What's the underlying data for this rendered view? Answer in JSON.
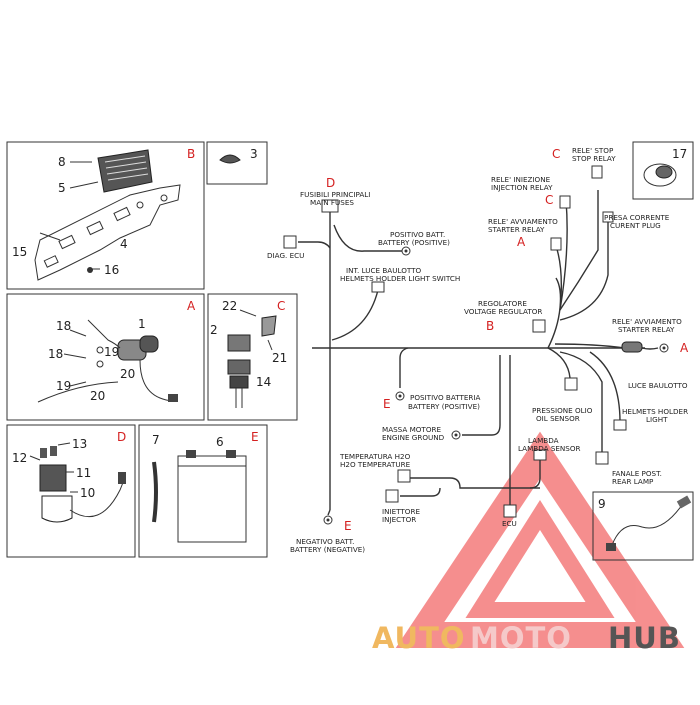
{
  "panels": {
    "B": {
      "code": "B",
      "callouts": [
        "8",
        "5",
        "4",
        "15",
        "16"
      ]
    },
    "p3": {
      "callout": "3"
    },
    "A": {
      "code": "A",
      "callouts": [
        "1",
        "18",
        "18",
        "19",
        "19",
        "20",
        "20"
      ]
    },
    "C": {
      "code": "C",
      "callouts": [
        "22",
        "2",
        "21",
        "14"
      ]
    },
    "D": {
      "code": "D",
      "callouts": [
        "13",
        "12",
        "11",
        "10"
      ]
    },
    "E": {
      "code": "E",
      "callouts": [
        "7",
        "6"
      ]
    },
    "p17": {
      "callout": "17"
    },
    "p9": {
      "callout": "9"
    }
  },
  "labels": {
    "main_fuses": {
      "code": "D",
      "line1": "FUSIBILI PRINCIPALI",
      "line2": "MAIN FUSES"
    },
    "diag_ecu": {
      "line1": "DIAG. ECU"
    },
    "battery_pos_top": {
      "line1": "POSITIVO BATT.",
      "line2": "BATTERY (POSITIVE)"
    },
    "helmet_switch": {
      "line1": "INT. LUCE BAULOTTO",
      "line2": "HELMETS HOLDER LIGHT SWITCH"
    },
    "stop_relay": {
      "code": "C",
      "line1": "RELE' STOP",
      "line2": "STOP RELAY"
    },
    "injection_relay": {
      "code": "C",
      "line1": "RELE' INIEZIONE",
      "line2": "INJECTION RELAY"
    },
    "starter_relay_top": {
      "code": "A",
      "line1": "RELE' AVVIAMENTO",
      "line2": "STARTER RELAY"
    },
    "current_plug": {
      "line1": "PRESA CORRENTE",
      "line2": "CURENT PLUG"
    },
    "voltage_regulator": {
      "code": "B",
      "line1": "REGOLATORE",
      "line2": "VOLTAGE REGULATOR"
    },
    "starter_relay_right": {
      "code": "A",
      "line1": "RELE' AVVIAMENTO",
      "line2": "STARTER RELAY"
    },
    "battery_pos_mid": {
      "code": "E",
      "line1": "POSITIVO BATTERIA",
      "line2": "BATTERY (POSITIVE)"
    },
    "engine_ground": {
      "line1": "MASSA MOTORE",
      "line2": "ENGINE GROUND"
    },
    "oil_sensor": {
      "line1": "PRESSIONE OLIO",
      "line2": "OIL SENSOR"
    },
    "helmet_light": {
      "line1": "LUCE BAULOTTO",
      "line2": "HELMETS HOLDER",
      "line3": "LIGHT"
    },
    "lambda": {
      "line1": "LAMBDA",
      "line2": "LAMBDA SENSOR"
    },
    "h2o_temp": {
      "line1": "TEMPERATURA H2O",
      "line2": "H2O TEMPERATURE"
    },
    "rear_lamp": {
      "line1": "FANALE POST.",
      "line2": "REAR LAMP"
    },
    "injector": {
      "line1": "INIETTORE",
      "line2": "INJECTOR"
    },
    "ecu": {
      "line1": "ECU"
    },
    "battery_neg": {
      "code": "E",
      "line1": "NEGATIVO BATT.",
      "line2": "BATTERY (NEGATIVE)"
    }
  },
  "watermark": {
    "text_a": "AUTO",
    "text_b": "MOTO",
    "text_c": "HUB",
    "color_a": "#f0b860",
    "color_b": "#f5c9c9",
    "color_c": "#555555"
  },
  "colors": {
    "code_red": "#d42020",
    "line": "#333333",
    "watermark_red": "#ee3333"
  }
}
